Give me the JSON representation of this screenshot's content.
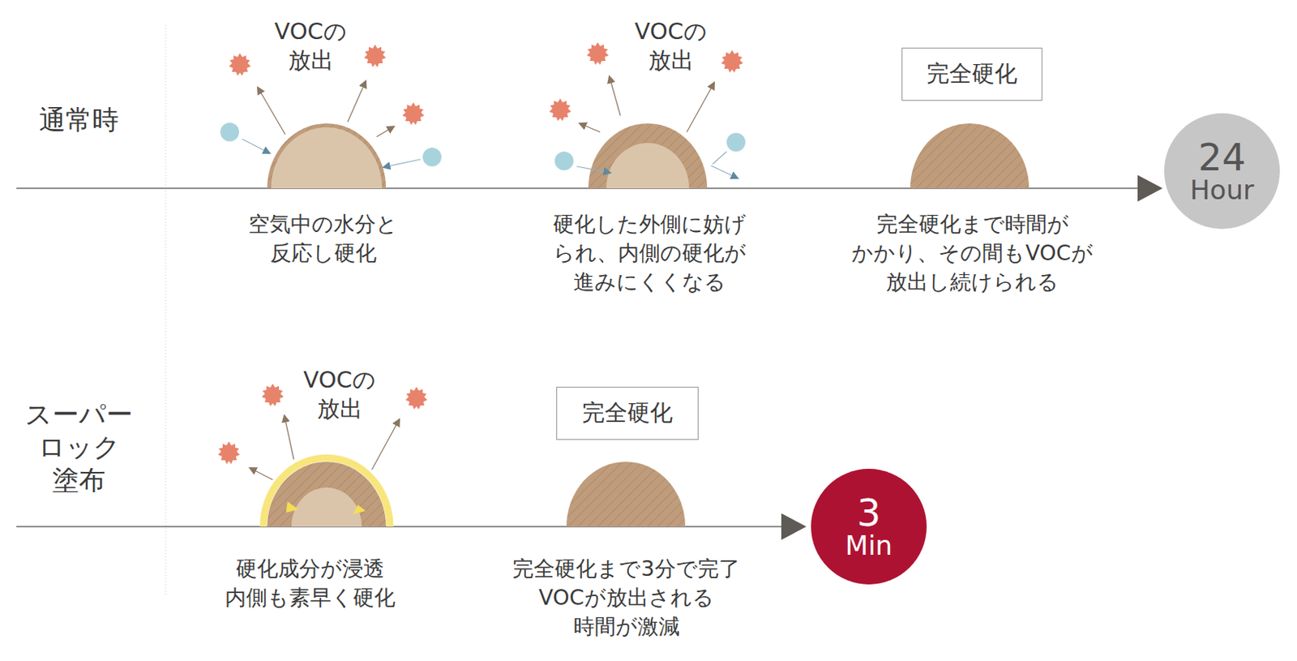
{
  "diagram": {
    "nodes": [
      {
        "text": [
          "完全硬化"
        ]
      },
      {
        "text": [
          "24",
          "Hour"
        ]
      },
      {
        "text": [
          "完全硬化"
        ]
      },
      {
        "text": [
          "3",
          "Min"
        ]
      }
    ],
    "labels": [
      "通常時",
      "VOCの 放出",
      "VOCの 放出",
      "空気中の水分と 反応し硬化",
      "硬化した外側に妨げ られ、内側の硬化が 進みにくくなる",
      "完全硬化まで時間が かかり、その間もVOCが 放出し続けられる",
      "スーパー ロック 塗布",
      "VOCの 放出",
      "硬化成分が浸透 内側も素早く硬化",
      "完全硬化まで3分で完了 VOCが放出される 時間が激減"
    ]
  }
}
